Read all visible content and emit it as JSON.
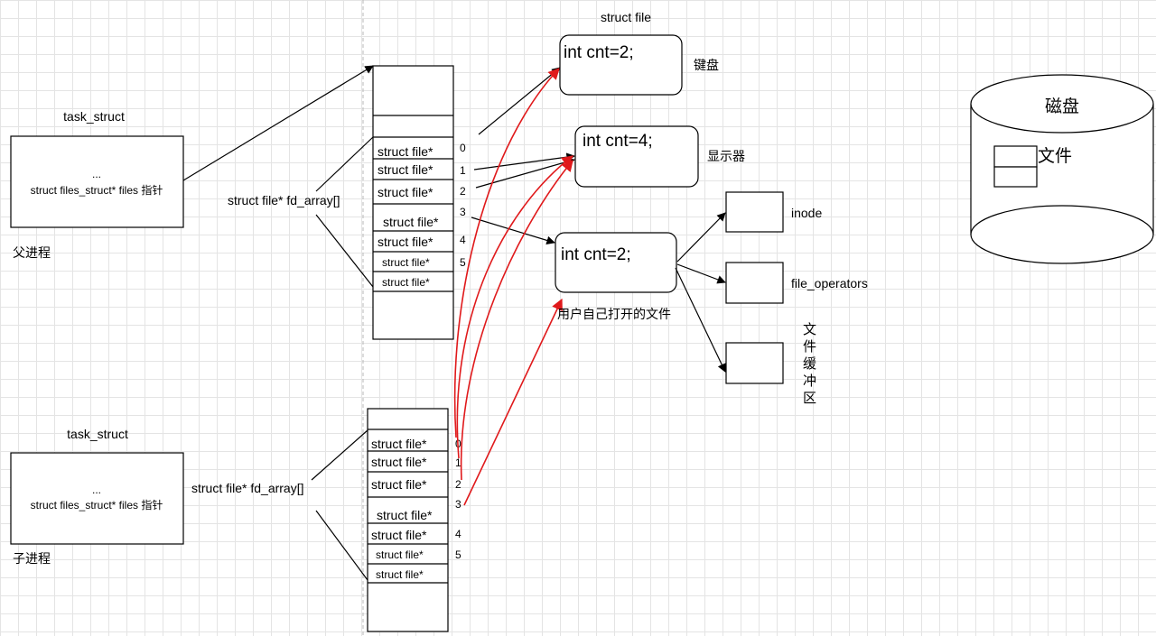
{
  "struct_file_title": "struct file",
  "parent": {
    "task_struct_label": "task_struct",
    "box_dots": "...",
    "box_text": "struct files_struct* files 指针",
    "process_label": "父进程",
    "fd_array_label": "struct file* fd_array[]",
    "slots": [
      "struct file*",
      "struct file*",
      "struct file*",
      "struct file*",
      "struct file*",
      "struct file*",
      "struct file*"
    ],
    "indices": [
      "0",
      "1",
      "2",
      "3",
      "4",
      "5"
    ]
  },
  "child": {
    "task_struct_label": "task_struct",
    "box_dots": "...",
    "box_text": "struct files_struct* files 指针",
    "process_label": "子进程",
    "fd_array_label": "struct file* fd_array[]",
    "slots": [
      "struct file*",
      "struct file*",
      "struct file*",
      "struct file*",
      "struct file*",
      "struct file*",
      "struct file*"
    ],
    "indices": [
      "0",
      "1",
      "2",
      "3",
      "4",
      "5"
    ]
  },
  "files": {
    "keyboard": {
      "text": "int cnt=2;",
      "label": "键盘"
    },
    "display": {
      "text": "int cnt=4;",
      "label": "显示器"
    },
    "user": {
      "text": "int cnt=2;",
      "label": "用户自己打开的文件"
    }
  },
  "inode_label": "inode",
  "fops_label": "file_operators",
  "buffer_label_chars": [
    "文",
    "件",
    "缓",
    "冲",
    "区"
  ],
  "disk": {
    "title": "磁盘",
    "file_label": "文件"
  },
  "colors": {
    "accent_red": "#e0191b",
    "line": "#000000",
    "grid": "#e4e4e4"
  }
}
